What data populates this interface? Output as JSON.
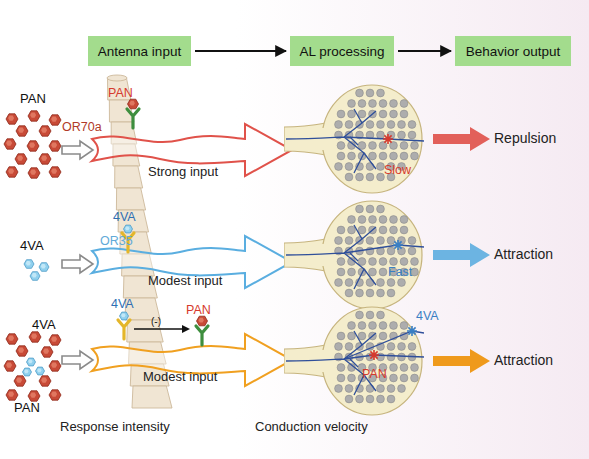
{
  "diagram": {
    "nodes": [
      {
        "text": [
          "Antenna input"
        ]
      },
      {
        "text": [
          "AL processing"
        ]
      },
      {
        "text": [
          "Behavior output"
        ]
      },
      {
        "text": [
          "Slow"
        ]
      },
      {
        "text": [
          "Fast"
        ]
      },
      {
        "text": [
          "4VA",
          "PAN"
        ]
      }
    ],
    "edges": [
      {
        "from": 0,
        "to": 1,
        "arrow": "to"
      },
      {
        "from": 1,
        "to": 2,
        "arrow": "to"
      }
    ],
    "labels": [
      "PAN",
      "4VA",
      "4VA",
      "PAN",
      "PAN",
      "OR70a",
      "4VA",
      "OR35",
      "4VA",
      "(-)",
      "PAN",
      "Strong input",
      "Modest input",
      "Modest input",
      "Repulsion",
      "Attraction",
      "Attraction",
      "Response intensity",
      "Conduction velocity"
    ]
  }
}
